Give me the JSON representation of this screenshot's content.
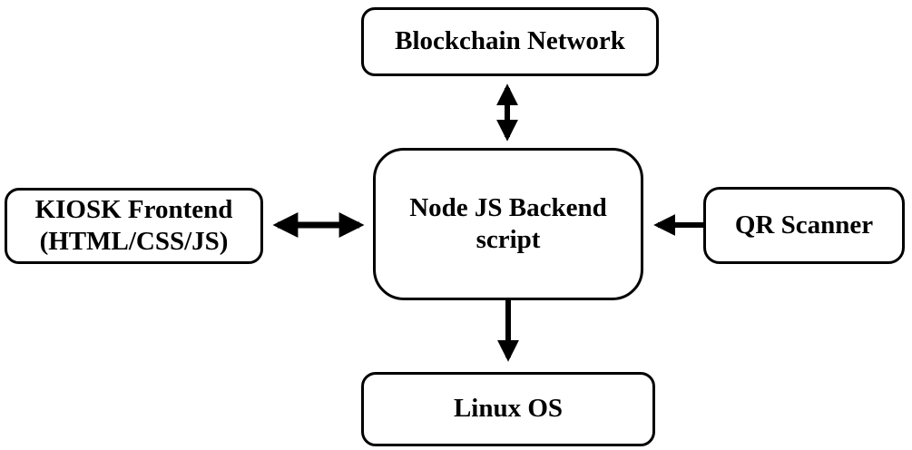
{
  "figure": {
    "type": "block-diagram",
    "colors": {
      "background": "#ffffff",
      "stroke": "#000000",
      "text": "#000000"
    },
    "nodes": {
      "blockchain": {
        "label": "Blockchain Network"
      },
      "backend": {
        "line1": "Node JS Backend",
        "line2": "script"
      },
      "kiosk": {
        "line1": "KIOSK Frontend",
        "line2": "(HTML/CSS/JS)"
      },
      "qr": {
        "label": "QR Scanner"
      },
      "linux": {
        "label": "Linux OS"
      }
    },
    "edges": [
      {
        "from": "blockchain",
        "to": "backend",
        "direction": "bidirectional"
      },
      {
        "from": "kiosk",
        "to": "backend",
        "direction": "bidirectional"
      },
      {
        "from": "qr",
        "to": "backend",
        "direction": "unidirectional"
      },
      {
        "from": "backend",
        "to": "linux",
        "direction": "unidirectional"
      }
    ]
  }
}
